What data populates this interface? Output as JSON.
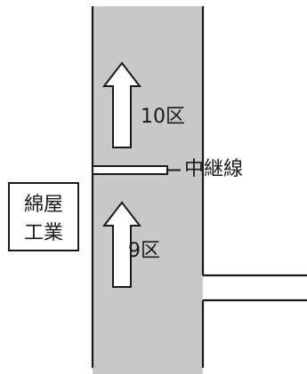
{
  "map": {
    "section_upper": "10区",
    "section_lower": "9区",
    "relay_line": "中継線",
    "factory": {
      "line1": "綿屋",
      "line2": "工業"
    }
  },
  "colors": {
    "road": "#c8c8c8",
    "ink": "#1a1a1a",
    "background": "#ffffff"
  },
  "icons": [
    "up-arrow-icon",
    "up-arrow-icon"
  ]
}
